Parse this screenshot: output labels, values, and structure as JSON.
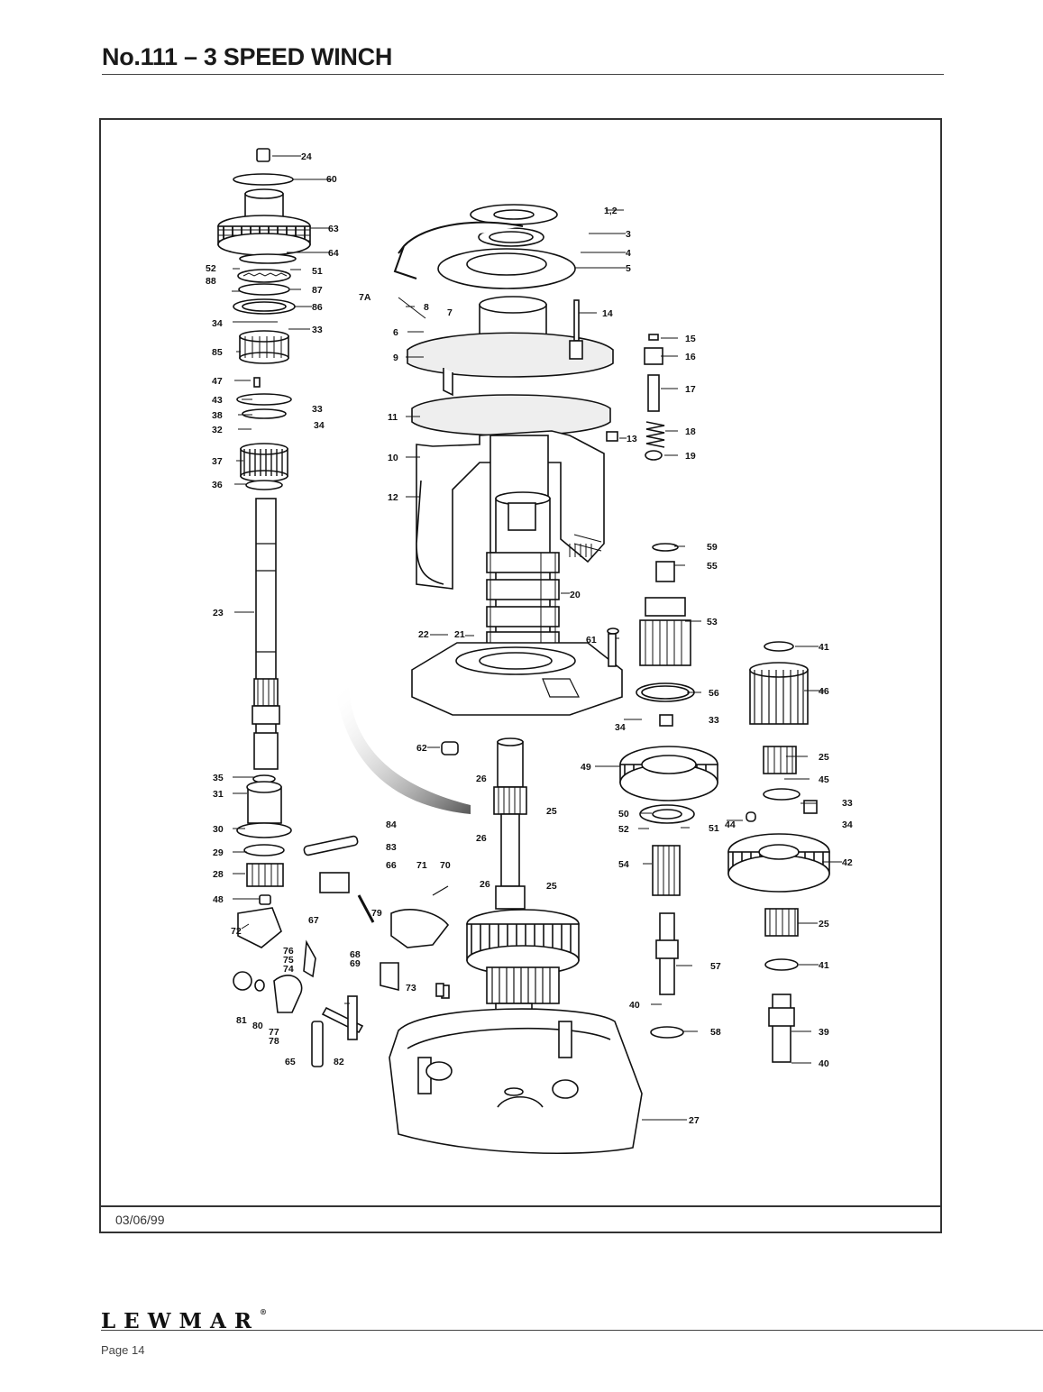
{
  "header": {
    "title": "No.111 – 3 SPEED WINCH"
  },
  "drawing": {
    "date": "03/06/99",
    "callouts": [
      "24",
      "60",
      "63",
      "64",
      "52",
      "88",
      "51",
      "87",
      "86",
      "34",
      "33",
      "85",
      "47",
      "43",
      "38",
      "32",
      "37",
      "36",
      "23",
      "35",
      "31",
      "30",
      "29",
      "28",
      "48",
      "72",
      "76",
      "75",
      "74",
      "81",
      "80",
      "77",
      "78",
      "65",
      "82",
      "84",
      "83",
      "66",
      "71",
      "70",
      "67",
      "79",
      "68",
      "69",
      "73",
      "1,2",
      "3",
      "4",
      "5",
      "7A",
      "8",
      "7",
      "6",
      "14",
      "9",
      "11",
      "10",
      "12",
      "13",
      "15",
      "16",
      "17",
      "18",
      "19",
      "20",
      "22",
      "21",
      "61",
      "62",
      "26",
      "25",
      "27",
      "59",
      "55",
      "53",
      "56",
      "49",
      "50",
      "54",
      "57",
      "40",
      "58",
      "41",
      "46",
      "45",
      "44",
      "42",
      "39"
    ]
  },
  "footer": {
    "brand": "LEWMAR",
    "registered_mark": "®",
    "page_label": "Page 14"
  }
}
